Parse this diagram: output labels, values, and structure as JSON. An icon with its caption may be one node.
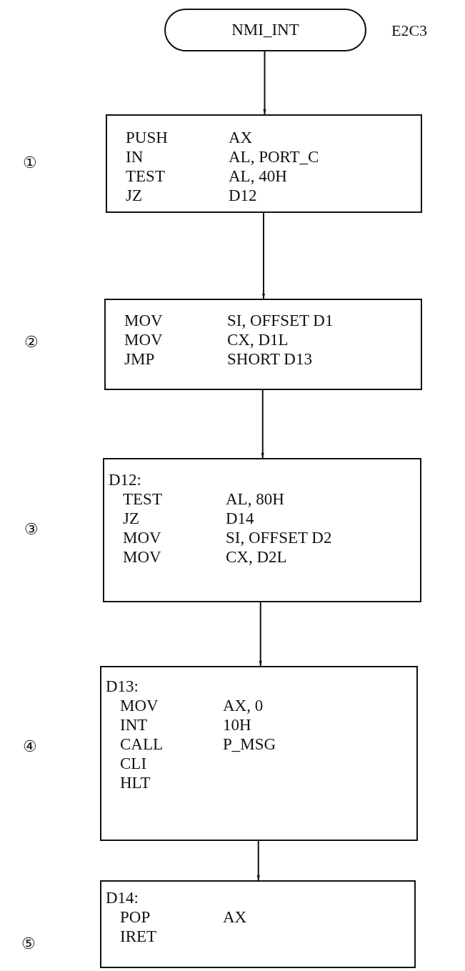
{
  "diagram": {
    "nodes": [
      {
        "text": [
          "NMI_INT"
        ],
        "beside": [
          "E2C3"
        ]
      },
      {
        "text": [
          "PUSH",
          "AX",
          "IN",
          "AL, PORT_C",
          "TEST",
          "AL, 40H",
          "JZ",
          "D12"
        ]
      },
      {
        "text": [
          "MOV",
          "SI, OFFSET D1",
          "MOV",
          "CX, D1L",
          "JMP",
          "SHORT D13"
        ]
      },
      {
        "text": [
          "D12:",
          "TEST",
          "AL, 80H",
          "JZ",
          "D14",
          "MOV",
          "SI, OFFSET D2",
          "MOV",
          "CX, D2L"
        ]
      },
      {
        "text": [
          "D13:",
          "MOV",
          "AX, 0",
          "INT",
          "10H",
          "CALL",
          "P_MSG",
          "CLI",
          "HLT"
        ]
      },
      {
        "text": [
          "D14:",
          "POP",
          "AX",
          "IRET"
        ]
      }
    ],
    "edges": [
      {
        "from": 0,
        "to": 1,
        "arrow": "to"
      },
      {
        "from": 1,
        "to": 2,
        "arrow": "to"
      },
      {
        "from": 2,
        "to": 3,
        "arrow": "to"
      },
      {
        "from": 3,
        "to": 4,
        "arrow": "to"
      },
      {
        "from": 4,
        "to": 5,
        "arrow": "to"
      }
    ],
    "labels": [
      "①",
      "②",
      "③",
      "④",
      "⑤"
    ]
  }
}
